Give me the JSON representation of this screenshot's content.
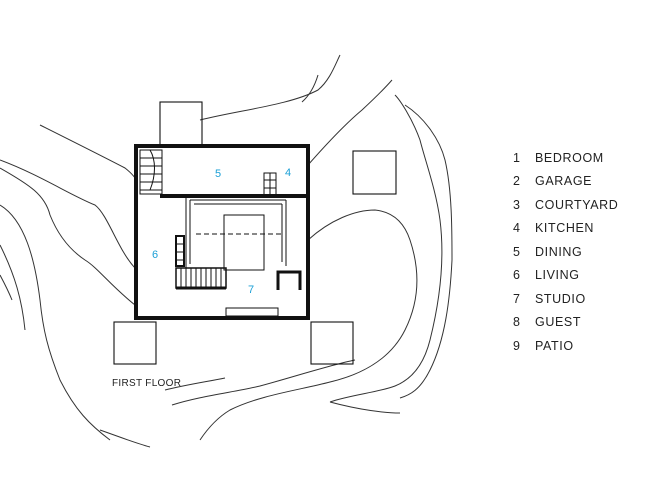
{
  "caption": "FIRST FLOOR",
  "room_numbers": {
    "dining": "5",
    "kitchen": "4",
    "living": "6",
    "studio": "7"
  },
  "legend": [
    {
      "num": "1",
      "label": "BEDROOM"
    },
    {
      "num": "2",
      "label": "GARAGE"
    },
    {
      "num": "3",
      "label": "COURTYARD"
    },
    {
      "num": "4",
      "label": "KITCHEN"
    },
    {
      "num": "5",
      "label": "DINING"
    },
    {
      "num": "6",
      "label": "LIVING"
    },
    {
      "num": "7",
      "label": "STUDIO"
    },
    {
      "num": "8",
      "label": "GUEST"
    },
    {
      "num": "9",
      "label": "PATIO"
    }
  ],
  "colors": {
    "walls": "#111111",
    "room_numbers": "#1a9fd6",
    "contours": "#333333"
  }
}
